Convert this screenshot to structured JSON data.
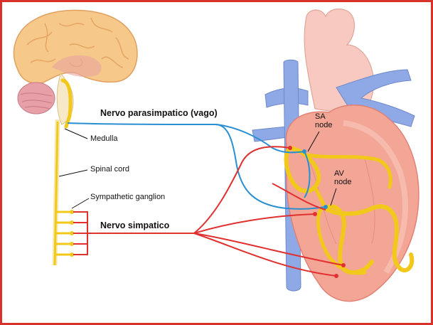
{
  "labels": {
    "parasympathetic": "Nervo parasimpatico (vago)",
    "medulla": "Medulla",
    "spinal_cord": "Spinal cord",
    "sympathetic_ganglion": "Sympathetic ganglion",
    "sympathetic": "Nervo simpatico",
    "sa_node_line1": "SA",
    "sa_node_line2": "node",
    "av_node_line1": "AV",
    "av_node_line2": "node"
  },
  "colors": {
    "frame": "#d8312a",
    "parasympathetic_nerve": "#2a8fd0",
    "sympathetic_nerve": "#e03030",
    "conduction_system": "#f2c81a",
    "brain": "#f6c98a",
    "heart": "#f3a596",
    "vessels_blue": "#8fa8e6"
  }
}
